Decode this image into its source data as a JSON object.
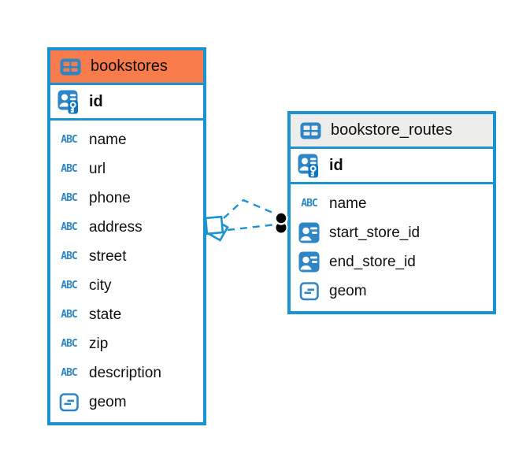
{
  "diagram": {
    "kind": "entity-relationship"
  },
  "colors": {
    "accent_blue": "#1B93D0",
    "icon_blue": "#2E86C7",
    "bookstores_header": "#F87C4B",
    "routes_header": "#EDEDEC",
    "connector": "#1B93D0",
    "text": "#101010",
    "background": "#FFFFFF"
  },
  "icons": {
    "text_label": "ABC",
    "table": "table-grid-icon",
    "primary_key": "person-key-icon",
    "reference": "person-card-icon",
    "geometry": "square-dashes-icon"
  },
  "tables": [
    {
      "title": "bookstores",
      "primary_key": "id",
      "columns": [
        {
          "name": "name",
          "type": "text"
        },
        {
          "name": "url",
          "type": "text"
        },
        {
          "name": "phone",
          "type": "text"
        },
        {
          "name": "address",
          "type": "text"
        },
        {
          "name": "street",
          "type": "text"
        },
        {
          "name": "city",
          "type": "text"
        },
        {
          "name": "state",
          "type": "text"
        },
        {
          "name": "zip",
          "type": "text"
        },
        {
          "name": "description",
          "type": "text"
        },
        {
          "name": "geom",
          "type": "geometry"
        }
      ]
    },
    {
      "title": "bookstore_routes",
      "primary_key": "id",
      "columns": [
        {
          "name": "name",
          "type": "text"
        },
        {
          "name": "start_store_id",
          "type": "reference"
        },
        {
          "name": "end_store_id",
          "type": "reference"
        },
        {
          "name": "geom",
          "type": "geometry"
        }
      ]
    }
  ],
  "relationship": {
    "from_table": "bookstores",
    "to_table": "bookstore_routes",
    "line_count": 2,
    "line_style": "dashed",
    "source_marker": "overlapping-squares",
    "target_marker": "stacked-black-dots"
  }
}
